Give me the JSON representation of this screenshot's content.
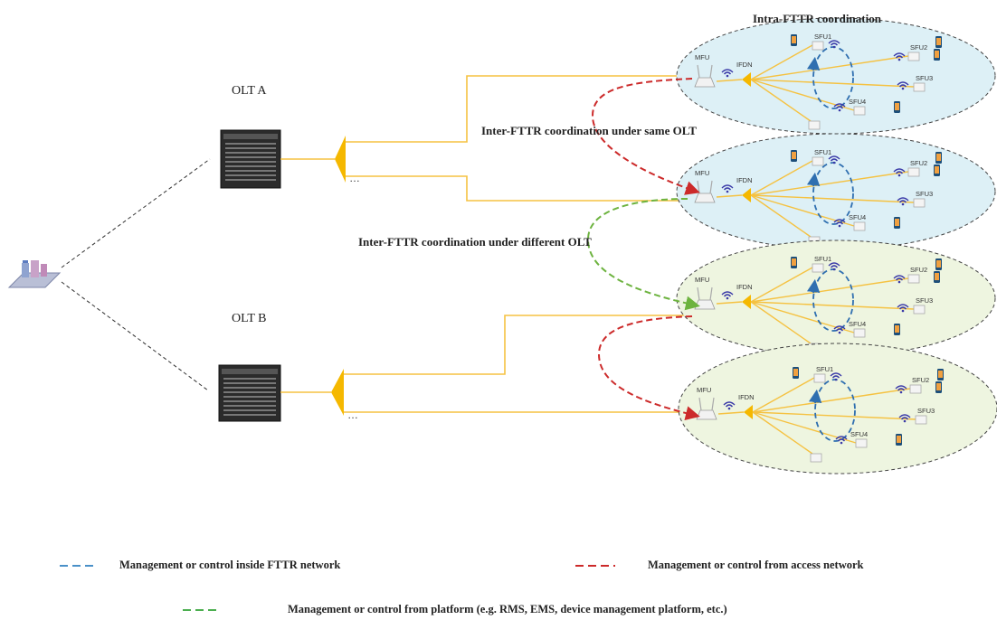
{
  "olts": [
    {
      "label": "OLT A"
    },
    {
      "label": "OLT B"
    }
  ],
  "headings": {
    "intra": "Intra-FTTR coordination",
    "inter_same": "Inter-FTTR coordination under same OLT",
    "inter_diff": "Inter-FTTR coordination under different OLT"
  },
  "ellipsis": "…",
  "node_labels": {
    "mfu": "MFU",
    "ifdn": "IFDN",
    "sfu1": "SFU1",
    "sfu2": "SFU2",
    "sfu3": "SFU3",
    "sfu4": "SFU4"
  },
  "legend": [
    {
      "text": "Management or control inside FTTR network",
      "color": "#4a90c8"
    },
    {
      "text": "Management or control from access network",
      "color": "#cc2a2a"
    },
    {
      "text": "Management or control from platform (e.g. RMS, EMS, device management platform, etc.)",
      "color": "#4caf50"
    }
  ],
  "colors": {
    "fiber": "#f5c242",
    "splitter": "#f5b800",
    "ellipse_blue": "#ddf0f6",
    "ellipse_green": "#eef5e0",
    "internal": "#2f6fb0",
    "access": "#cc2a2a",
    "platform": "#6db33f"
  }
}
